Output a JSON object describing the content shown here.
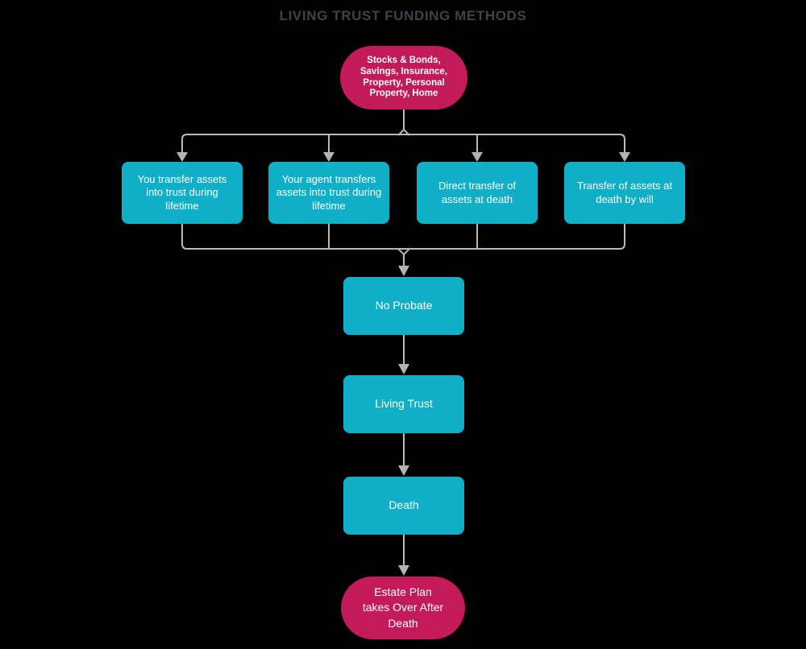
{
  "title": "LIVING TRUST FUNDING METHODS",
  "colors": {
    "background": "#000000",
    "teal": "#0fb0c7",
    "crimson": "#c31b5a",
    "connector": "#b9b9b9",
    "arrowhead": "#b3b3b3",
    "title_text": "#41414b",
    "node_text": "#ffffff"
  },
  "diagram": {
    "type": "flowchart",
    "nodes": {
      "assets": {
        "shape": "stadium",
        "label": "Stocks & Bonds,\nSavings, Insurance,\nProperty, Personal\nProperty, Home"
      },
      "method_self": {
        "shape": "rect",
        "label": "You transfer assets\ninto trust during\nlifetime"
      },
      "method_agent": {
        "shape": "rect",
        "label": "Your agent transfers\nassets into trust during\nlifetime"
      },
      "method_direct": {
        "shape": "rect",
        "label": "Direct transfer of\nassets at death"
      },
      "method_will": {
        "shape": "rect",
        "label": "Transfer of assets at\ndeath by will"
      },
      "no_probate": {
        "shape": "rect",
        "label": "No Probate"
      },
      "living_trust": {
        "shape": "rect",
        "label": "Living Trust"
      },
      "death": {
        "shape": "rect",
        "label": "Death"
      },
      "estate_plan": {
        "shape": "stadium",
        "label": "Estate Plan\ntakes Over After\nDeath"
      }
    }
  }
}
